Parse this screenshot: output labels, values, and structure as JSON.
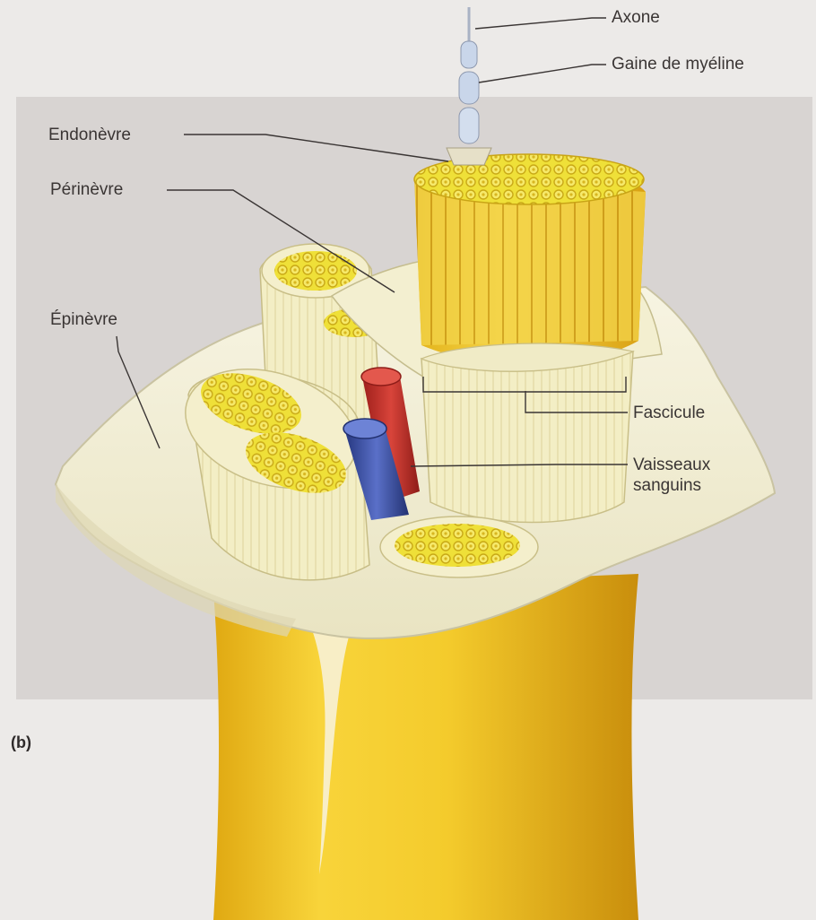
{
  "figure": {
    "panel_letter": "(b)",
    "labels": {
      "axone": "Axone",
      "gaine_myeline": "Gaine de myéline",
      "endonevre": "Endonèvre",
      "perinevre": "Périnèvre",
      "epinevre": "Épinèvre",
      "fascicule": "Fascicule",
      "vaisseaux_line1": "Vaisseaux",
      "vaisseaux_line2": "sanguins"
    }
  },
  "colors": {
    "page_background": "#eceae8",
    "panel_background": "#d8d4d2",
    "nerve_yellow": "#f2c92a",
    "nerve_shadow": "#d7a514",
    "fascicle_fill": "#f1e84a",
    "perineurium": "#f4f0c8",
    "epineurium": "#f6f3de",
    "artery": "#c8302a",
    "vein": "#3a4fa8",
    "label_text": "#3a3534"
  }
}
